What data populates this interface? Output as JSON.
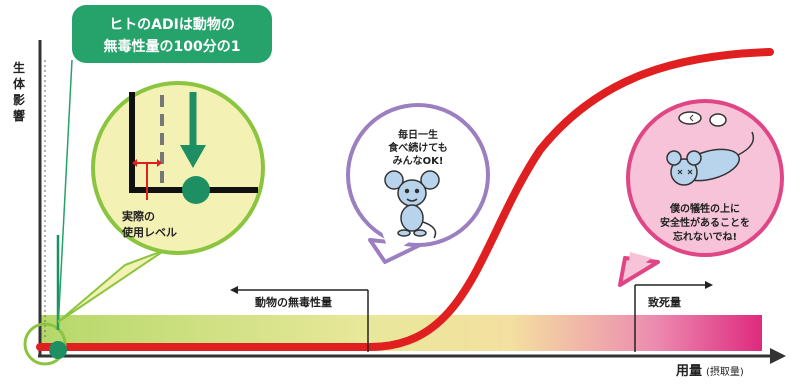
{
  "callout": {
    "line1": "ヒトのADIは動物の",
    "line2": "無毒性量の100分の1"
  },
  "y_axis_label": [
    "生",
    "体",
    "影",
    "響"
  ],
  "x_axis_label": "用量",
  "x_axis_sublabel": "(摂取量)",
  "zoom": {
    "label_line1": "実際の",
    "label_line2": "使用レベル"
  },
  "noael_label": "動物の無毒性量",
  "lethal_label": "致死量",
  "bubble_ok": {
    "line1": "毎日一生",
    "line2": "食べ続けても",
    "line3": "みんなOK!"
  },
  "bubble_sacrifice": {
    "line1": "僕の犠牲の上に",
    "line2": "安全性があることを",
    "line3": "忘れないでね!"
  },
  "colors": {
    "curve": "#e02020",
    "callout_fill": "#26a36b",
    "zoom_fill": "#f4f1b4",
    "zoom_border": "#8bc53f",
    "bubble_ok_border": "#9b7fc0",
    "bubble_sacrifice_fill": "#f6c3d8",
    "bubble_sacrifice_border": "#e04585",
    "marker": "#1e8f62"
  },
  "icons": [
    "mouse-happy-icon",
    "mouse-fainted-icon"
  ]
}
